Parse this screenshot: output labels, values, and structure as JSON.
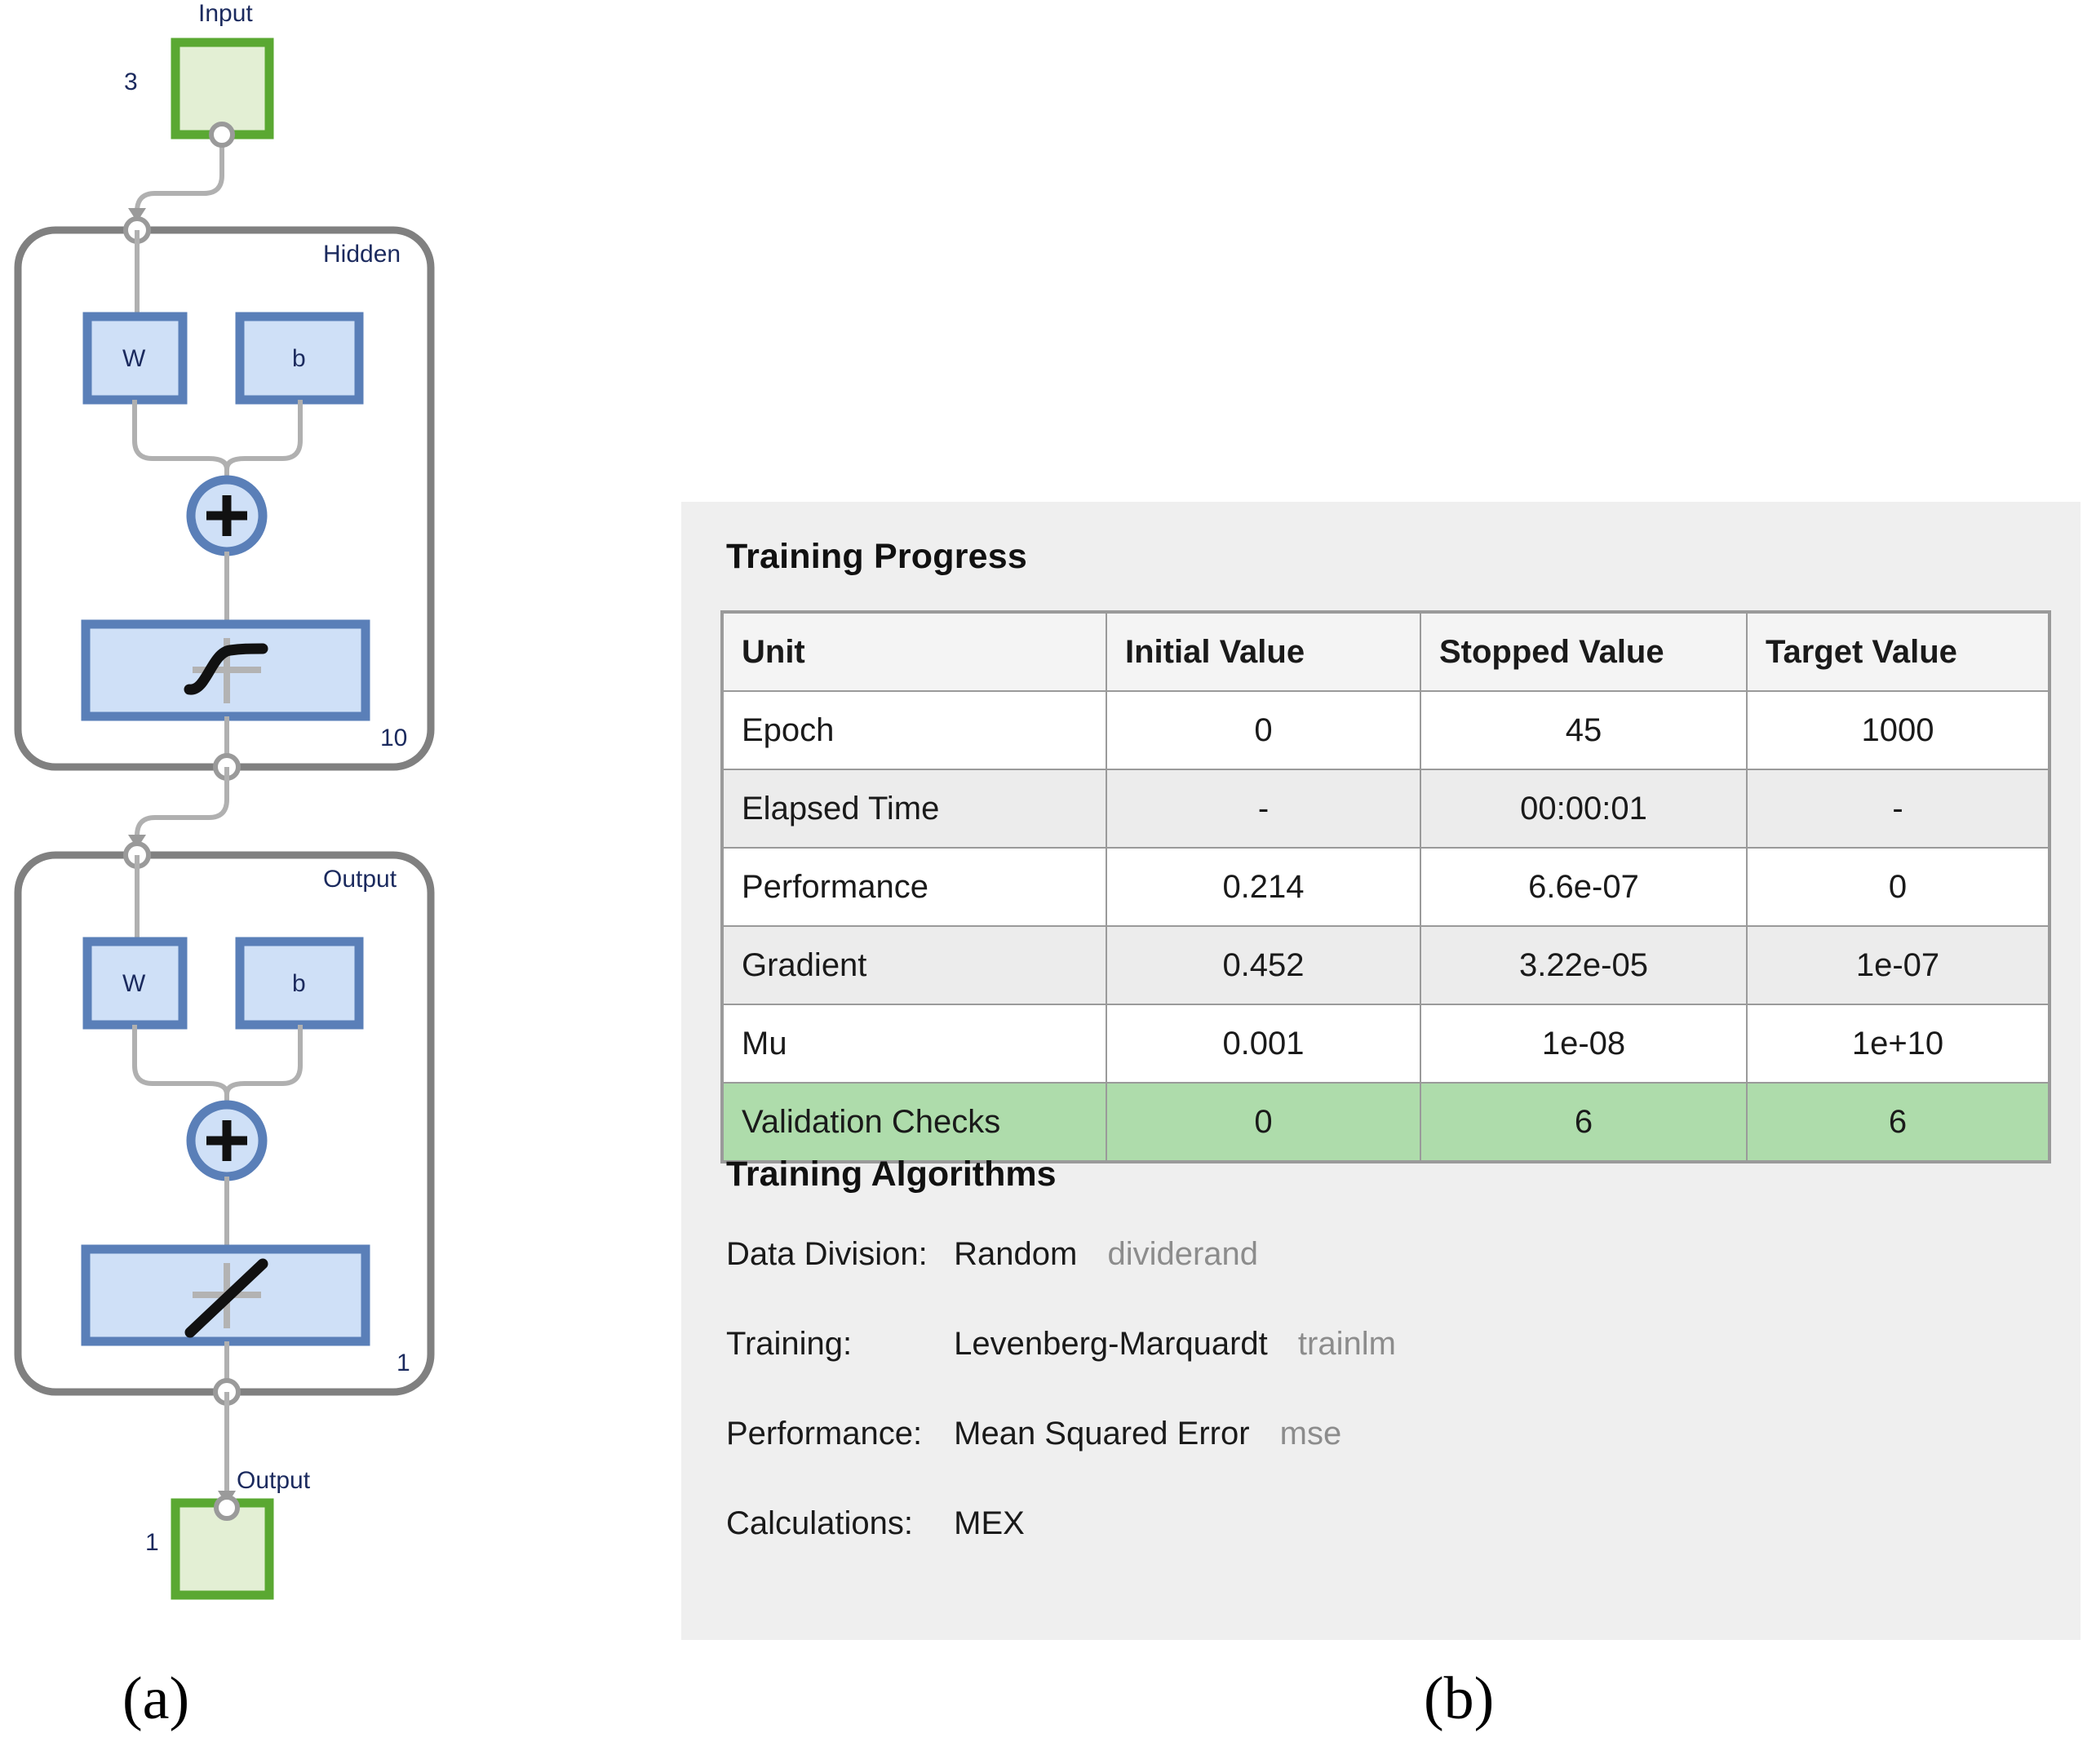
{
  "figure": {
    "captions": [
      {
        "id": "a",
        "text": "(a)"
      },
      {
        "id": "b",
        "text": "(b)"
      }
    ]
  },
  "network_diagram": {
    "input_block": {
      "label": "Input",
      "size": "3",
      "fill_color": "#e3efd4",
      "border_color": "#5aa832"
    },
    "output_block": {
      "label": "Output",
      "size": "1",
      "fill_color": "#e3efd4",
      "border_color": "#5aa832"
    },
    "layers": [
      {
        "name": "Hidden",
        "weight_label": "W",
        "bias_label": "b",
        "sum_label": "+",
        "activation": "tansig",
        "neurons": "10"
      },
      {
        "name": "Output",
        "weight_label": "W",
        "bias_label": "b",
        "sum_label": "+",
        "activation": "purelin",
        "neurons": "1"
      }
    ],
    "colors": {
      "block_fill": "#cfe0f7",
      "block_border": "#5a7fb8",
      "wire": "#b0b0b0",
      "container_border": "#808080",
      "text": "#1b2a5e"
    }
  },
  "training_dialog": {
    "progress_title": "Training Progress",
    "table": {
      "headers": [
        "Unit",
        "Initial Value",
        "Stopped Value",
        "Target Value"
      ],
      "rows": [
        {
          "unit": "Epoch",
          "initial": "0",
          "stopped": "45",
          "target": "1000",
          "style": "plain"
        },
        {
          "unit": "Elapsed Time",
          "initial": "-",
          "stopped": "00:00:01",
          "target": "-",
          "style": "alt"
        },
        {
          "unit": "Performance",
          "initial": "0.214",
          "stopped": "6.6e-07",
          "target": "0",
          "style": "plain"
        },
        {
          "unit": "Gradient",
          "initial": "0.452",
          "stopped": "3.22e-05",
          "target": "1e-07",
          "style": "alt"
        },
        {
          "unit": "Mu",
          "initial": "0.001",
          "stopped": "1e-08",
          "target": "1e+10",
          "style": "plain"
        },
        {
          "unit": "Validation Checks",
          "initial": "0",
          "stopped": "6",
          "target": "6",
          "style": "hl"
        }
      ],
      "highlight_color": "#aedcab"
    },
    "algorithms_title": "Training Algorithms",
    "algorithms": [
      {
        "key": "Data Division:",
        "value": "Random",
        "fn": "dividerand"
      },
      {
        "key": "Training:",
        "value": "Levenberg-Marquardt",
        "fn": "trainlm"
      },
      {
        "key": "Performance:",
        "value": "Mean Squared Error",
        "fn": "mse"
      },
      {
        "key": "Calculations:",
        "value": "MEX",
        "fn": ""
      }
    ],
    "panel_background": "#efefef"
  }
}
